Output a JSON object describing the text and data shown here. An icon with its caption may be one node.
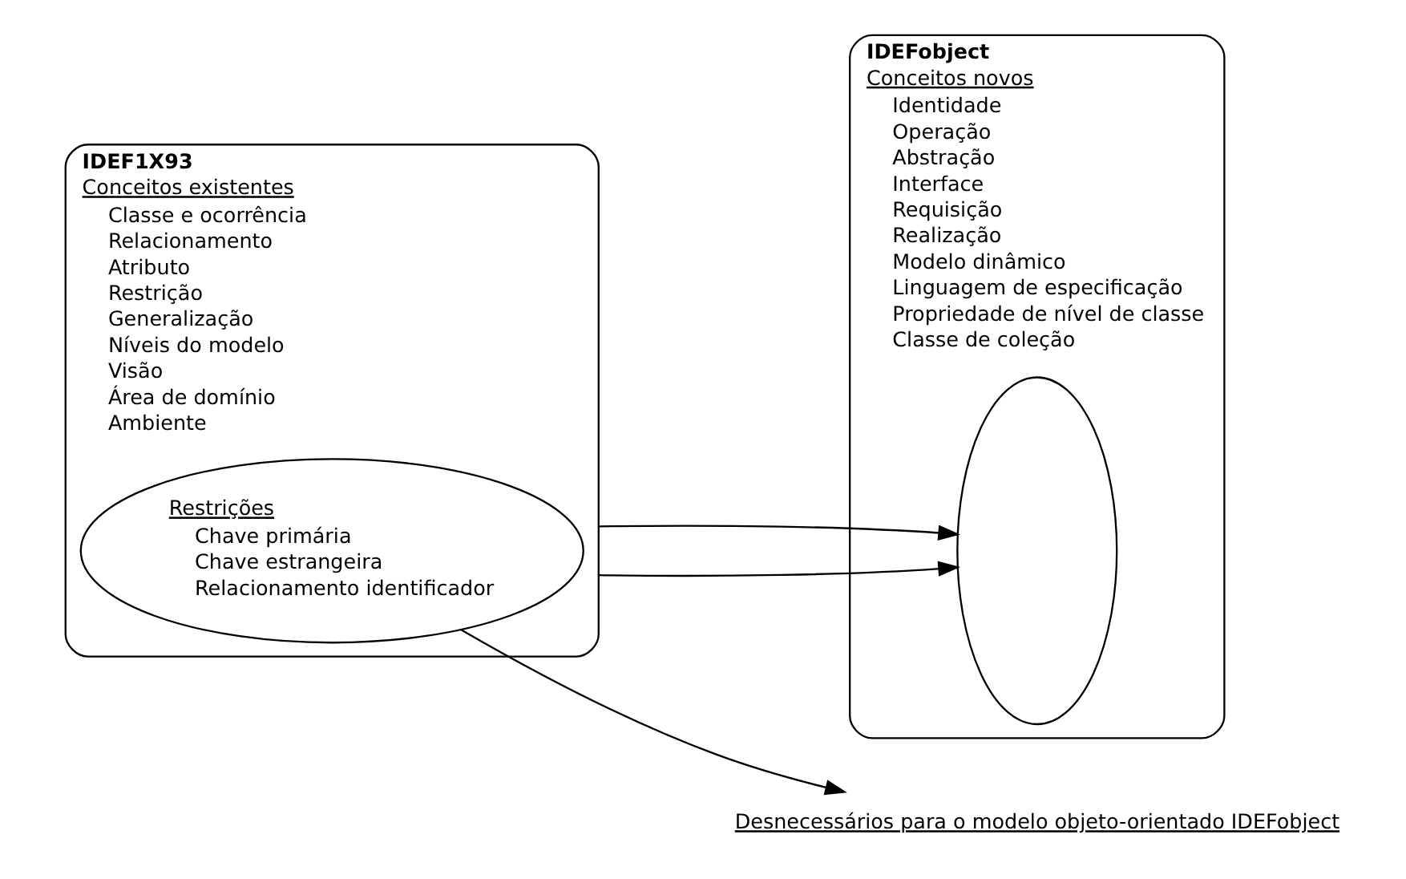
{
  "diagram": {
    "nodes": [
      {
        "text": [
          "IDEF1X93",
          "Conceitos existentes",
          "Classe e ocorrência",
          "Relacionamento",
          "Atributo",
          "Restrição",
          "Generalização",
          "Níveis do modelo",
          "Visão",
          "Área de domínio",
          "Ambiente"
        ]
      },
      {
        "text": [
          "Restrições",
          "Chave primária",
          "Chave estrangeira",
          "Relacionamento identificador"
        ],
        "in": 0
      },
      {
        "text": [
          "IDEFobject",
          "Conceitos novos",
          "Identidade",
          "Operação",
          "Abstração",
          "Interface",
          "Requisição",
          "Realização",
          "Modelo dinâmico",
          "Linguagem de especificação",
          "Propriedade de nível de classe",
          "Classe de coleção"
        ]
      },
      {
        "text": [],
        "shape": "ellipse",
        "in": 2
      },
      {
        "text": [
          "Desnecessários para o modelo objeto-orientado IDEFobject"
        ]
      }
    ],
    "edges": [
      {
        "from": 0,
        "to": 3,
        "arrow": "to"
      },
      {
        "from": 0,
        "to": 3,
        "arrow": "to"
      },
      {
        "from": 1,
        "to": 4,
        "arrow": "to"
      }
    ]
  }
}
